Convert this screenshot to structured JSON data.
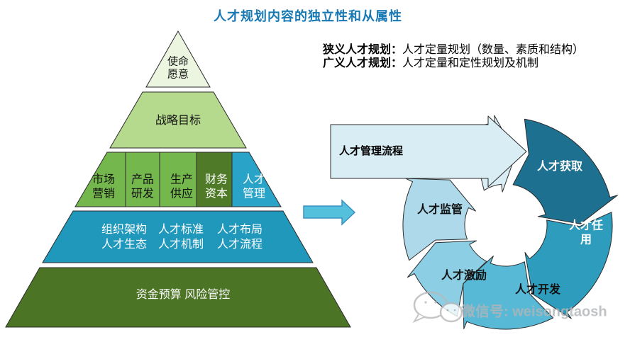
{
  "title": "人才规划内容的独立性和从属性",
  "definitions": {
    "narrow_label": "狭义人才规划：",
    "narrow_text": "人才定量规划（数量、素质和结构）",
    "broad_label": "广义人才规划：",
    "broad_text": "人才定量和定性规划及机制"
  },
  "pyramid": {
    "levels": [
      {
        "name": "mission",
        "label": "使命\n愿意",
        "color": "#ecf5e0",
        "text_color": "#000000"
      },
      {
        "name": "strategy",
        "label": "战略目标",
        "color": "#b5d98d",
        "text_color": "#000000"
      },
      {
        "name": "functions",
        "segments": [
          {
            "label": "市场\n营销",
            "color": "#74b74c",
            "text_color": "#000000"
          },
          {
            "label": "产品\n研发",
            "color": "#74b74c",
            "text_color": "#000000"
          },
          {
            "label": "生产\n供应",
            "color": "#74b74c",
            "text_color": "#000000"
          },
          {
            "label": "财务\n资本",
            "color": "#4f7b28",
            "text_color": "#ffffff"
          },
          {
            "label": "人才\n管理",
            "color": "#2aa3c8",
            "text_color": "#ffffff"
          }
        ]
      },
      {
        "name": "talent-system",
        "color": "#2098bc",
        "text_color": "#ffffff",
        "items_row1": [
          "组织架构",
          "人才标准",
          "人才布局"
        ],
        "items_row2": [
          "人才生态",
          "人才机制",
          "人才流程"
        ]
      },
      {
        "name": "support",
        "label": "资金预算 风险管控",
        "color": "#4c7425",
        "text_color": "#ffffff"
      }
    ]
  },
  "connector": {
    "shape": "right-arrow",
    "fill": "#55c0dc",
    "stroke": "#3b93c3"
  },
  "cycle": {
    "flow_box_label": "人才管理流程",
    "flow_box_color": "#d9edf5",
    "stages": [
      {
        "label": "人才获取",
        "color": "#1e7090",
        "text_color": "#ffffff"
      },
      {
        "label": "人才任用",
        "color": "#2e9dbd",
        "text_color": "#ffffff"
      },
      {
        "label": "人才开发",
        "color": "#58b9d6",
        "text_color": "#000000"
      },
      {
        "label": "人才激励",
        "color": "#8ccfe4",
        "text_color": "#000000"
      },
      {
        "label": "人才监管",
        "color": "#aed9ea",
        "text_color": "#000000"
      }
    ]
  },
  "watermark": {
    "label": "微信号: weisongtaosh",
    "icon": "wechat-icon",
    "color": "#b2b5b8"
  },
  "colors": {
    "title": "#1878b4",
    "outline": "#2b2b2b"
  }
}
